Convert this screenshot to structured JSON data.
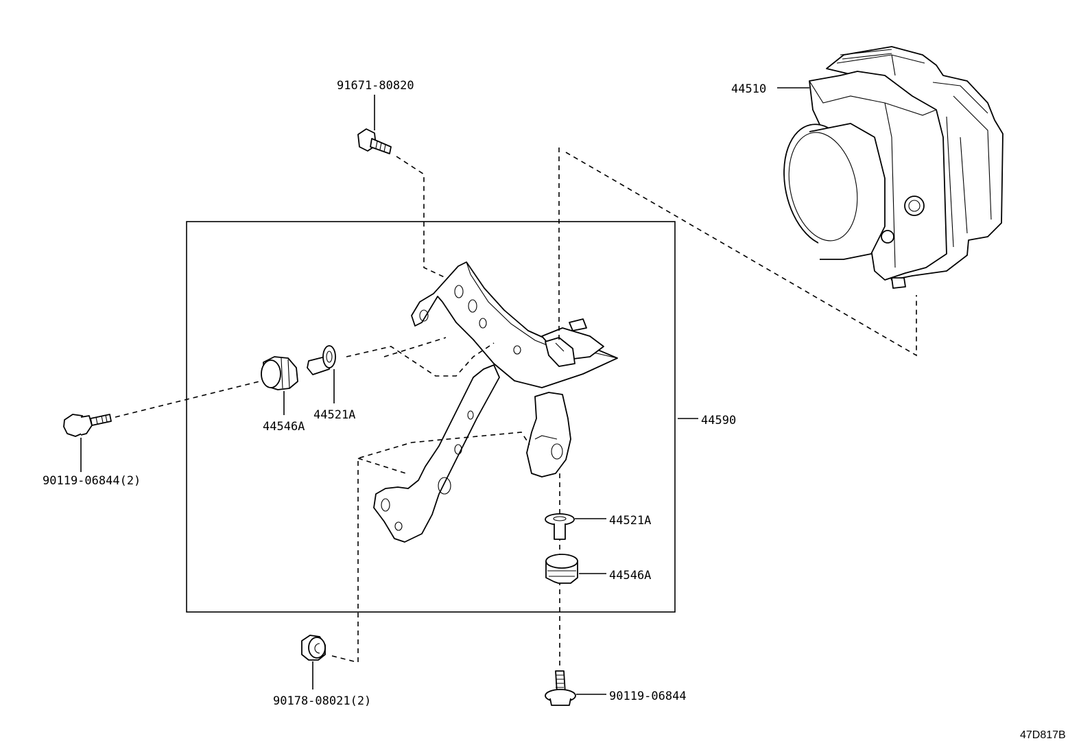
{
  "diagram": {
    "code": "47D817B",
    "labels": {
      "abs_actuator": "44510",
      "bolt_top": "91671-80820",
      "bracket_assy": "44590",
      "cushion_left": "44546A",
      "collar_left": "44521A",
      "bolt_left": "90119-06844(2)",
      "collar_right": "44521A",
      "cushion_right": "44546A",
      "nut_bottom": "90178-08021(2)",
      "bolt_bottom": "90119-06844"
    }
  }
}
